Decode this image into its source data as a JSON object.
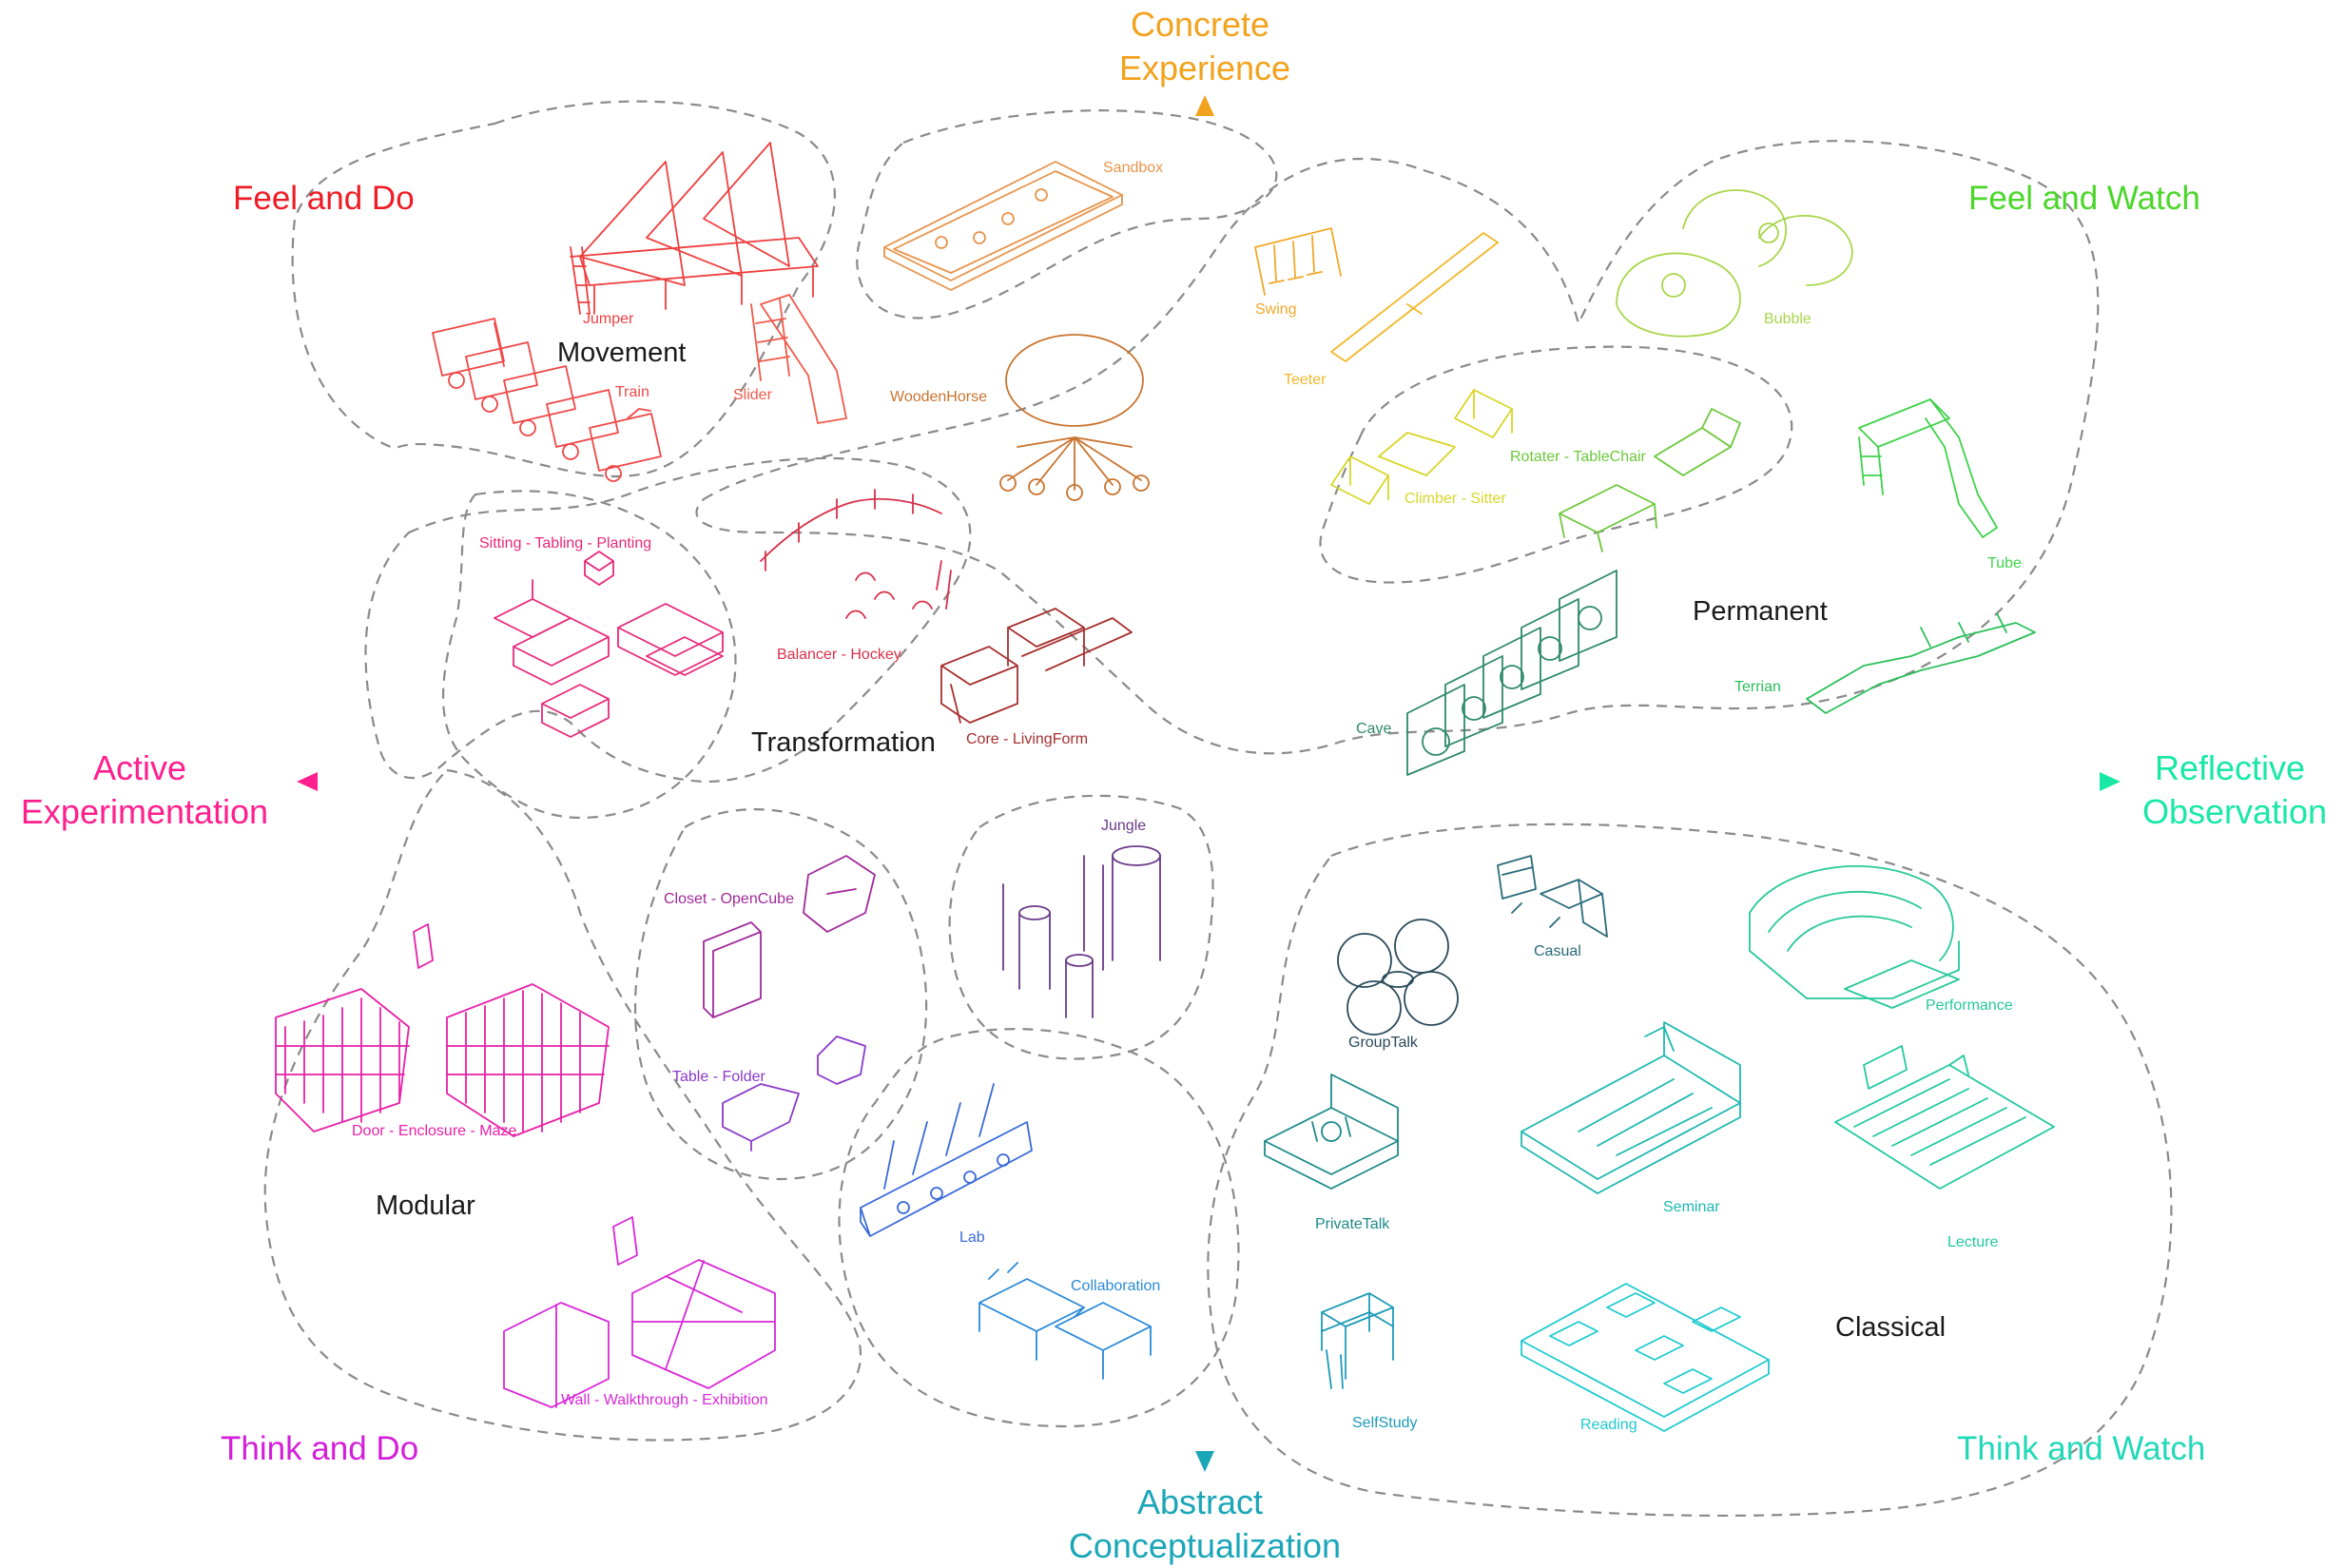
{
  "axes": {
    "top": {
      "line1": "Concrete",
      "line2": "Experience",
      "color": "#f2a21d"
    },
    "bottom": {
      "line1": "Abstract",
      "line2": "Conceptualization",
      "color": "#1ba6b8"
    },
    "left": {
      "line1": "Active",
      "line2": "Experimentation",
      "color": "#ff1f8e"
    },
    "right": {
      "line1": "Reflective",
      "line2": "Observation",
      "color": "#19e8a5"
    }
  },
  "quadrants": {
    "feel_and_do": {
      "label": "Feel and Do",
      "color": "#ee1c25"
    },
    "feel_and_watch": {
      "label": "Feel and Watch",
      "color": "#4bd62a"
    },
    "think_and_do": {
      "label": "Think and Do",
      "color": "#d21fd8"
    },
    "think_and_watch": {
      "label": "Think and Watch",
      "color": "#22d8b8"
    }
  },
  "zones": {
    "movement": "Movement",
    "transformation": "Transformation",
    "permanent": "Permanent",
    "modular": "Modular",
    "classical": "Classical"
  },
  "items": {
    "jumper": {
      "label": "Jumper",
      "color": "#ef3f3f"
    },
    "train": {
      "label": "Train",
      "color": "#f04848"
    },
    "slider": {
      "label": "Slider",
      "color": "#ef5a4a"
    },
    "sandbox": {
      "label": "Sandbox",
      "color": "#e8944a"
    },
    "woodenhorse": {
      "label": "WoodenHorse",
      "color": "#c9742f"
    },
    "swing": {
      "label": "Swing",
      "color": "#f2a72a"
    },
    "teeter": {
      "label": "Teeter",
      "color": "#f2b72a"
    },
    "bubble": {
      "label": "Bubble",
      "color": "#a8d64a"
    },
    "rotater": {
      "label": "Rotater - TableChair",
      "color": "#6cc83a"
    },
    "climber": {
      "label": "Climber - Sitter",
      "color": "#d8d62a"
    },
    "tube": {
      "label": "Tube",
      "color": "#3ed24a"
    },
    "terrian": {
      "label": "Terrian",
      "color": "#2bbf5a"
    },
    "cave": {
      "label": "Cave",
      "color": "#2e8a6a"
    },
    "sitting": {
      "label": "Sitting - Tabling - Planting",
      "color": "#e8287a"
    },
    "balancer": {
      "label": "Balancer - Hockey",
      "color": "#d8304a"
    },
    "core": {
      "label": "Core - LivingForm",
      "color": "#a83030"
    },
    "closet": {
      "label": "Closet - OpenCube",
      "color": "#a02a9a"
    },
    "jungle": {
      "label": "Jungle",
      "color": "#6a3a8a"
    },
    "table_folder": {
      "label": "Table - Folder",
      "color": "#8a3ac8"
    },
    "door": {
      "label": "Door - Enclosure - Maze",
      "color": "#e820a8"
    },
    "wall": {
      "label": "Wall - Walkthrough - Exhibition",
      "color": "#d828d8"
    },
    "lab": {
      "label": "Lab",
      "color": "#3a6ad8"
    },
    "collaboration": {
      "label": "Collaboration",
      "color": "#2a8ad8"
    },
    "casual": {
      "label": "Casual",
      "color": "#2a6a7a"
    },
    "grouptalk": {
      "label": "GroupTalk",
      "color": "#2a4a5a"
    },
    "performance": {
      "label": "Performance",
      "color": "#28c89a"
    },
    "privatetalk": {
      "label": "PrivateTalk",
      "color": "#1e8a8a"
    },
    "seminar": {
      "label": "Seminar",
      "color": "#1eb8b0"
    },
    "lecture": {
      "label": "Lecture",
      "color": "#22c8a0"
    },
    "selfstudy": {
      "label": "SelfStudy",
      "color": "#1e9ab8"
    },
    "reading": {
      "label": "Reading",
      "color": "#1ecad0"
    }
  }
}
